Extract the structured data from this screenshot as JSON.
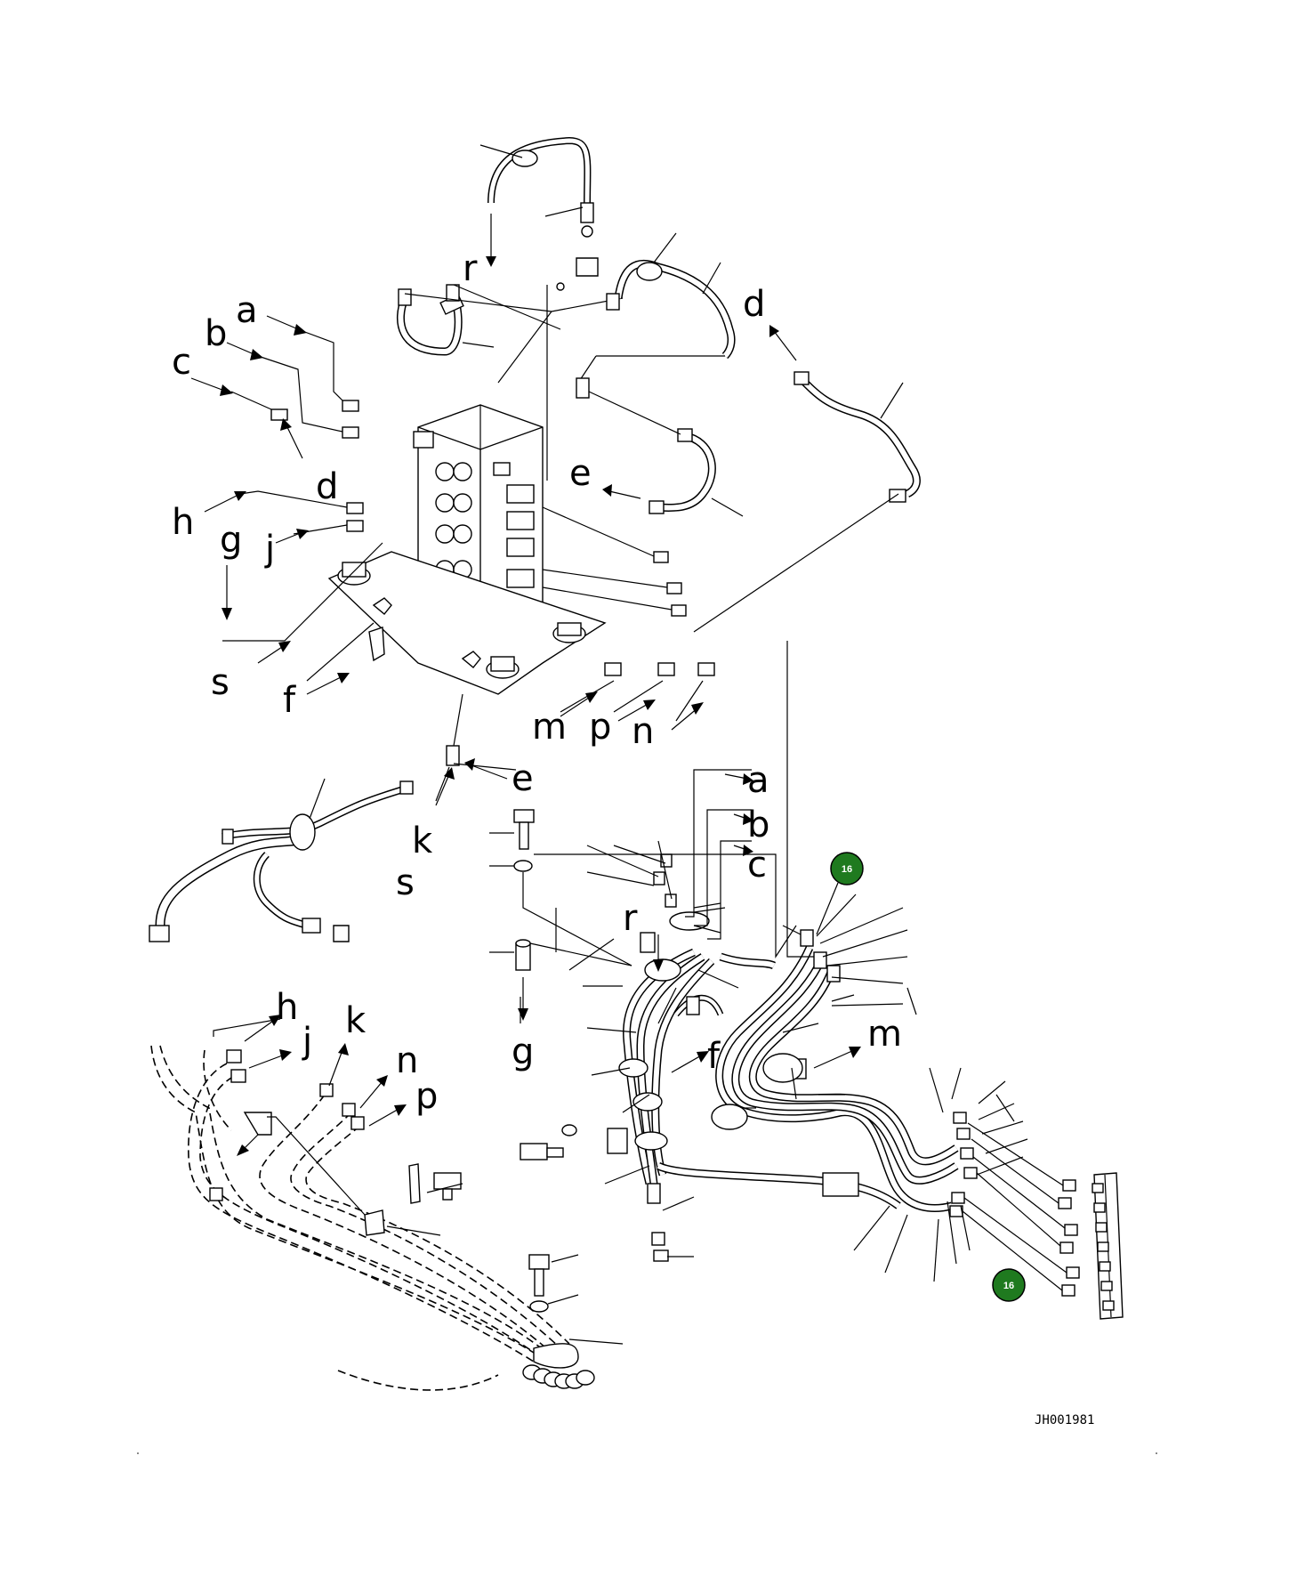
{
  "labels": {
    "a_top": "a",
    "b_top": "b",
    "c_top": "c",
    "d_left": "d",
    "d_right": "d",
    "e_top": "e",
    "h_top": "h",
    "g_top": "g",
    "j_top": "j",
    "s_top": "s",
    "f_top": "f",
    "m_top": "m",
    "p_top": "p",
    "n_top": "n",
    "r_top": "r",
    "e_mid": "e",
    "k_mid": "k",
    "s_mid": "s",
    "a_right": "a",
    "b_right": "b",
    "c_right": "c",
    "r_mid": "r",
    "g_mid": "g",
    "f_mid": "f",
    "m_mid": "m",
    "h_bottom": "h",
    "j_bottom": "j",
    "k_bottom": "k",
    "n_bottom": "n",
    "p_bottom": "p"
  },
  "callouts": {
    "upper": "16",
    "lower": "16"
  },
  "colors": {
    "callout_fill": "#1f7a1f",
    "ink": "#000000"
  },
  "drawing_code": "JH001981"
}
